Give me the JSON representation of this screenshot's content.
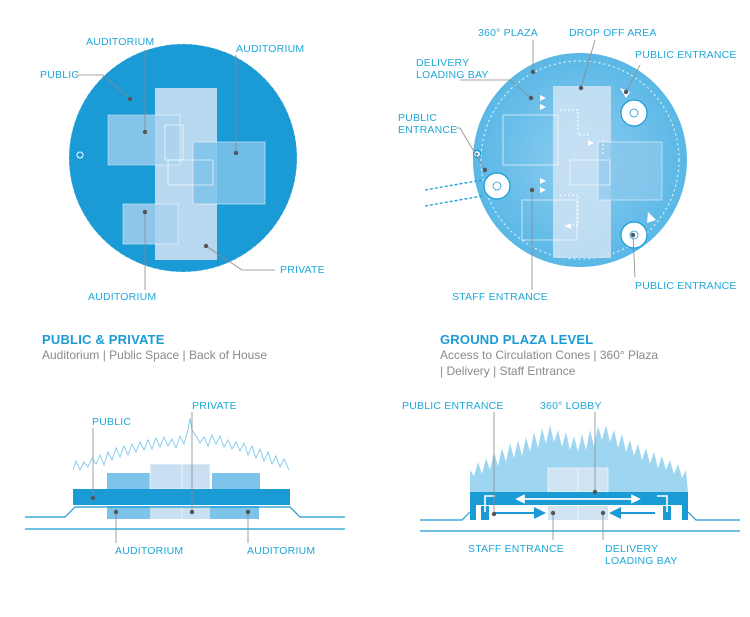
{
  "diagram1": {
    "labels": {
      "auditorium_top": "AUDITORIUM",
      "auditorium_right": "AUDITORIUM",
      "public": "PUBLIC",
      "private": "PRIVATE",
      "auditorium_bottom": "AUDITORIUM"
    },
    "title": "PUBLIC & PRIVATE",
    "subtitle": "Auditorium | Public Space | Back of House"
  },
  "diagram2": {
    "labels": {
      "plaza": "360° PLAZA",
      "drop_off": "DROP OFF AREA",
      "delivery_1": "DELIVERY",
      "delivery_2": "LOADING BAY",
      "public_entrance_top": "PUBLIC ENTRANCE",
      "public_entrance_left_1": "PUBLIC",
      "public_entrance_left_2": "ENTRANCE",
      "public_entrance_right": "PUBLIC ENTRANCE",
      "staff_entrance": "STAFF ENTRANCE"
    },
    "title": "GROUND PLAZA LEVEL",
    "subtitle_1": "Access to Circulation Cones | 360° Plaza",
    "subtitle_2": "| Delivery | Staff Entrance"
  },
  "section1": {
    "labels": {
      "public": "PUBLIC",
      "private": "PRIVATE",
      "auditorium_left": "AUDITORIUM",
      "auditorium_right": "AUDITORIUM"
    }
  },
  "section2": {
    "labels": {
      "public_entrance": "PUBLIC ENTRANCE",
      "lobby": "360° LOBBY",
      "staff_entrance": "STAFF ENTRANCE",
      "delivery_1": "DELIVERY",
      "delivery_2": "LOADING BAY"
    }
  },
  "colors": {
    "primary_blue": "#1a9bd6",
    "light_blue": "#7ec8ec",
    "pale_blue": "#cfe3f3",
    "label_blue": "#1ea8d8",
    "leader_gray": "#8a8a8a"
  }
}
